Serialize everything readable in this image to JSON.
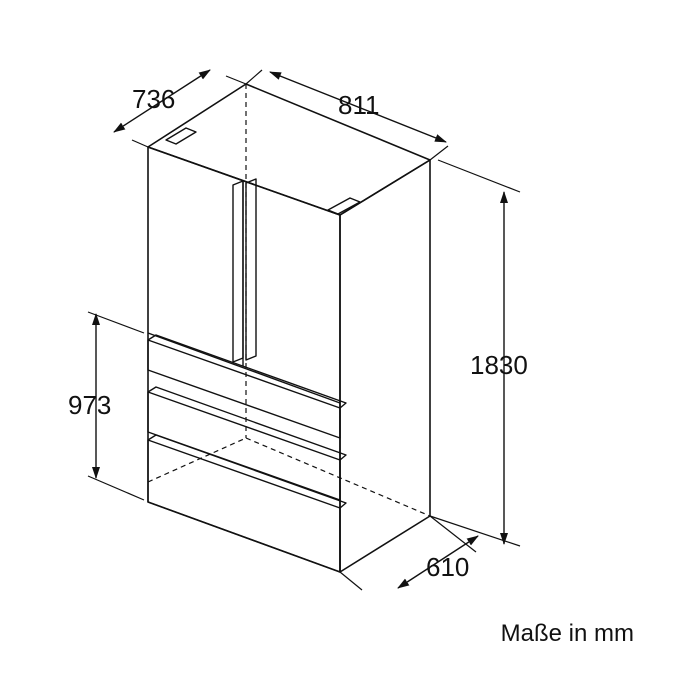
{
  "diagram": {
    "type": "dimension-drawing",
    "subject": "refrigerator",
    "dimensions": {
      "depth": "736",
      "width": "811",
      "height": "1830",
      "drawer_height": "973",
      "bottom_depth": "610"
    },
    "unit_note": "Maße in mm",
    "line_color": "#111111",
    "background_color": "#ffffff"
  }
}
